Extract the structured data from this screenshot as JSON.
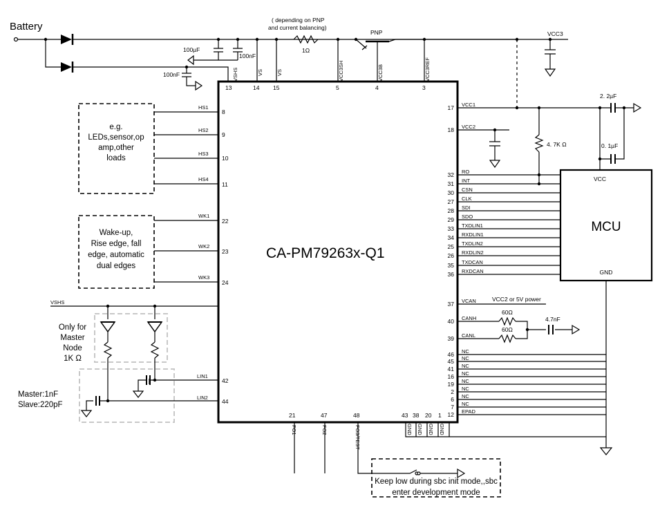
{
  "title": "Battery",
  "note_pnp": "( depending on PNP",
  "note_pnp2": "and current balancing)",
  "pnp_label": "PNP",
  "vcc3_label": "VCC3",
  "chip_name": "CA-PM79263x-Q1",
  "mcu_name": "MCU",
  "mcu_vcc": "VCC",
  "mcu_gnd": "GND",
  "components": {
    "c100uF": "100µF",
    "c100nF_a": "100nF",
    "c100nF_b": "100nF",
    "r1": "1Ω",
    "c2_2uF": "2. 2µF",
    "c0_1uF": "0. 1µF",
    "r4_7k": "4. 7K Ω",
    "r60a": "60Ω",
    "r60b": "60Ω",
    "c4_7nF": "4.7nF",
    "vcan_note": "VCC2 or 5V power"
  },
  "top_pins": [
    {
      "name": "VSHS",
      "num": "13"
    },
    {
      "name": "VS",
      "num": "14"
    },
    {
      "name": "VS",
      "num": "15"
    },
    {
      "name": "VCC3SH",
      "num": "5"
    },
    {
      "name": "VCC3B",
      "num": "4"
    },
    {
      "name": "VCC3REF",
      "num": "3"
    }
  ],
  "left_pins": [
    {
      "name": "HS1",
      "num": "8"
    },
    {
      "name": "HS2",
      "num": "9"
    },
    {
      "name": "HS3",
      "num": "10"
    },
    {
      "name": "HS4",
      "num": "11"
    },
    {
      "name": "WK1",
      "num": "22"
    },
    {
      "name": "WK2",
      "num": "23"
    },
    {
      "name": "WK3",
      "num": "24"
    },
    {
      "name": "LIN1",
      "num": "42"
    },
    {
      "name": "LIN2",
      "num": "44"
    }
  ],
  "right_pins": [
    {
      "name": "VCC1",
      "num": "17"
    },
    {
      "name": "VCC2",
      "num": "18"
    },
    {
      "name": "RO",
      "num": "32"
    },
    {
      "name": "INT",
      "num": "31"
    },
    {
      "name": "CSN",
      "num": "30"
    },
    {
      "name": "CLK",
      "num": "27"
    },
    {
      "name": "SDI",
      "num": "28"
    },
    {
      "name": "SDO",
      "num": "29"
    },
    {
      "name": "TXDLIN1",
      "num": "33"
    },
    {
      "name": "RXDLIN1",
      "num": "34"
    },
    {
      "name": "TXDLIN2",
      "num": "25"
    },
    {
      "name": "RXDLIN2",
      "num": "26"
    },
    {
      "name": "TXDCAN",
      "num": "35"
    },
    {
      "name": "RXDCAN",
      "num": "36"
    },
    {
      "name": "VCAN",
      "num": "37"
    },
    {
      "name": "CANH",
      "num": "40"
    },
    {
      "name": "CANL",
      "num": "39"
    },
    {
      "name": "NC",
      "num": "46"
    },
    {
      "name": "NC",
      "num": "45"
    },
    {
      "name": "NC",
      "num": "41"
    },
    {
      "name": "NC",
      "num": "16"
    },
    {
      "name": "NC",
      "num": "19"
    },
    {
      "name": "NC",
      "num": "2"
    },
    {
      "name": "NC",
      "num": "6"
    },
    {
      "name": "NC",
      "num": "7"
    },
    {
      "name": "EPAD",
      "num": "12"
    }
  ],
  "bottom_pins": [
    {
      "name": "FO1",
      "num": "21"
    },
    {
      "name": "FO2",
      "num": "47"
    },
    {
      "name": "FO3/TEST",
      "num": "48"
    },
    {
      "name": "GND",
      "num": "43"
    },
    {
      "name": "GND",
      "num": "38"
    },
    {
      "name": "GND",
      "num": "20"
    },
    {
      "name": "GND",
      "num": "1"
    }
  ],
  "loads_box": [
    "e.g.",
    "LEDs,sensor,op",
    "amp,other",
    "loads"
  ],
  "wake_box": [
    "Wake-up,",
    "Rise edge, fall",
    "edge, automatic",
    "dual edges"
  ],
  "lin_note": [
    "Only for",
    "Master",
    "Node",
    "1K Ω"
  ],
  "lin_cap_note": [
    "Master:1nF",
    "Slave:220pF"
  ],
  "vshs_label": "VSHS",
  "test_note": [
    "Keep low during sbc init mode,,sbc",
    "enter development mode"
  ]
}
